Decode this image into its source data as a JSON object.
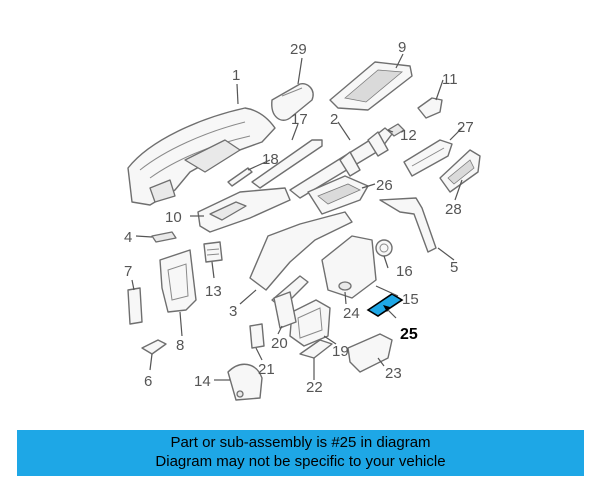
{
  "part_numbers": {
    "p1": "1",
    "p2": "2",
    "p3": "3",
    "p4": "4",
    "p5": "5",
    "p6": "6",
    "p7": "7",
    "p8": "8",
    "p9": "9",
    "p10": "10",
    "p11": "11",
    "p12": "12",
    "p13": "13",
    "p14": "14",
    "p15": "15",
    "p16": "16",
    "p17": "17",
    "p18": "18",
    "p19": "19",
    "p20": "20",
    "p21": "21",
    "p22": "22",
    "p23": "23",
    "p24": "24",
    "p25": "25",
    "p26": "26",
    "p27": "27",
    "p28": "28",
    "p29": "29"
  },
  "highlight_color": "#1ea7e6",
  "banner": {
    "line1": "Part or sub-assembly is #25 in diagram",
    "line2": "Diagram may not be specific to your vehicle"
  }
}
